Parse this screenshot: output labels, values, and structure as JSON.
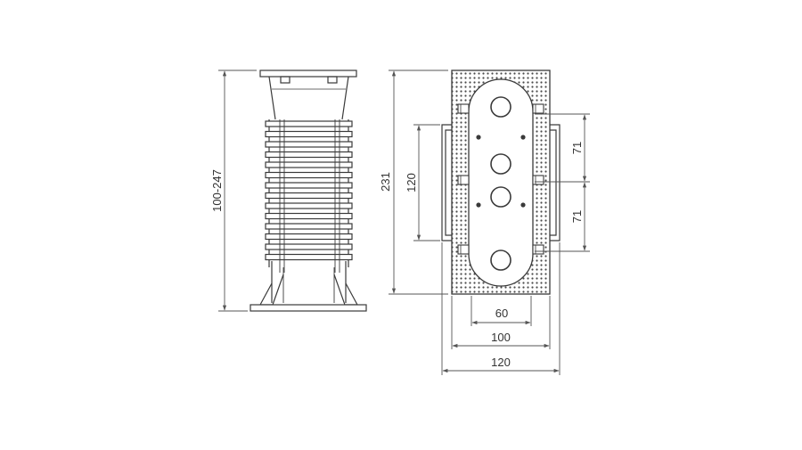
{
  "colors": {
    "line": "#3a3a3a",
    "dim": "#555555",
    "text": "#333333",
    "background": "#ffffff",
    "dot": "#4a4a4a"
  },
  "dimensions": {
    "pedestal_height": "100-247",
    "box_height": "231",
    "hole_span_vertical": "120",
    "hole_pitch_upper": "71",
    "hole_pitch_lower": "71",
    "width_inner": "60",
    "width_middle": "100",
    "width_outer": "120"
  }
}
